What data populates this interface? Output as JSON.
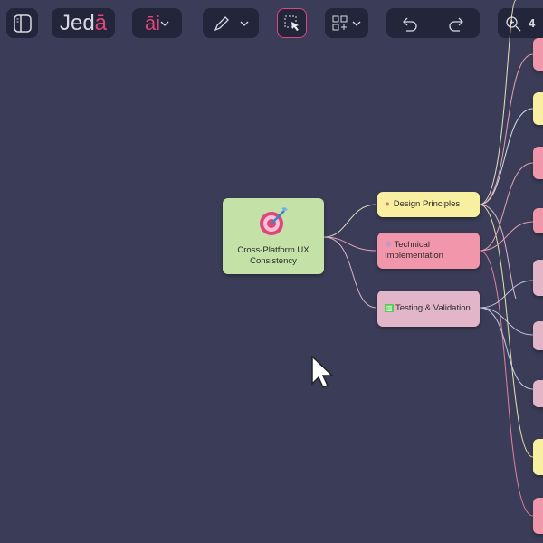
{
  "toolbar": {
    "logo_text": "Jed",
    "logo_accent": "ā",
    "ai_label": "āi",
    "zoom_level": "4"
  },
  "colors": {
    "background": "#3b3d58",
    "toolbar": "#23253a",
    "accent": "#e0457b",
    "root": "#c4e2a8",
    "yellow": "#f8efa0",
    "pink": "#f297ab",
    "mauve": "#e2b5c8"
  },
  "mindmap": {
    "root": {
      "label_line1": "Cross-Platform UX",
      "label_line2": "Consistency",
      "icon": "target-icon"
    },
    "children": [
      {
        "label": "Design Principles",
        "icon": "palette-icon"
      },
      {
        "label": "Technical Implementation",
        "icon": "gear-icon"
      },
      {
        "label": "Testing & Validation",
        "icon": "chart-icon"
      }
    ]
  }
}
